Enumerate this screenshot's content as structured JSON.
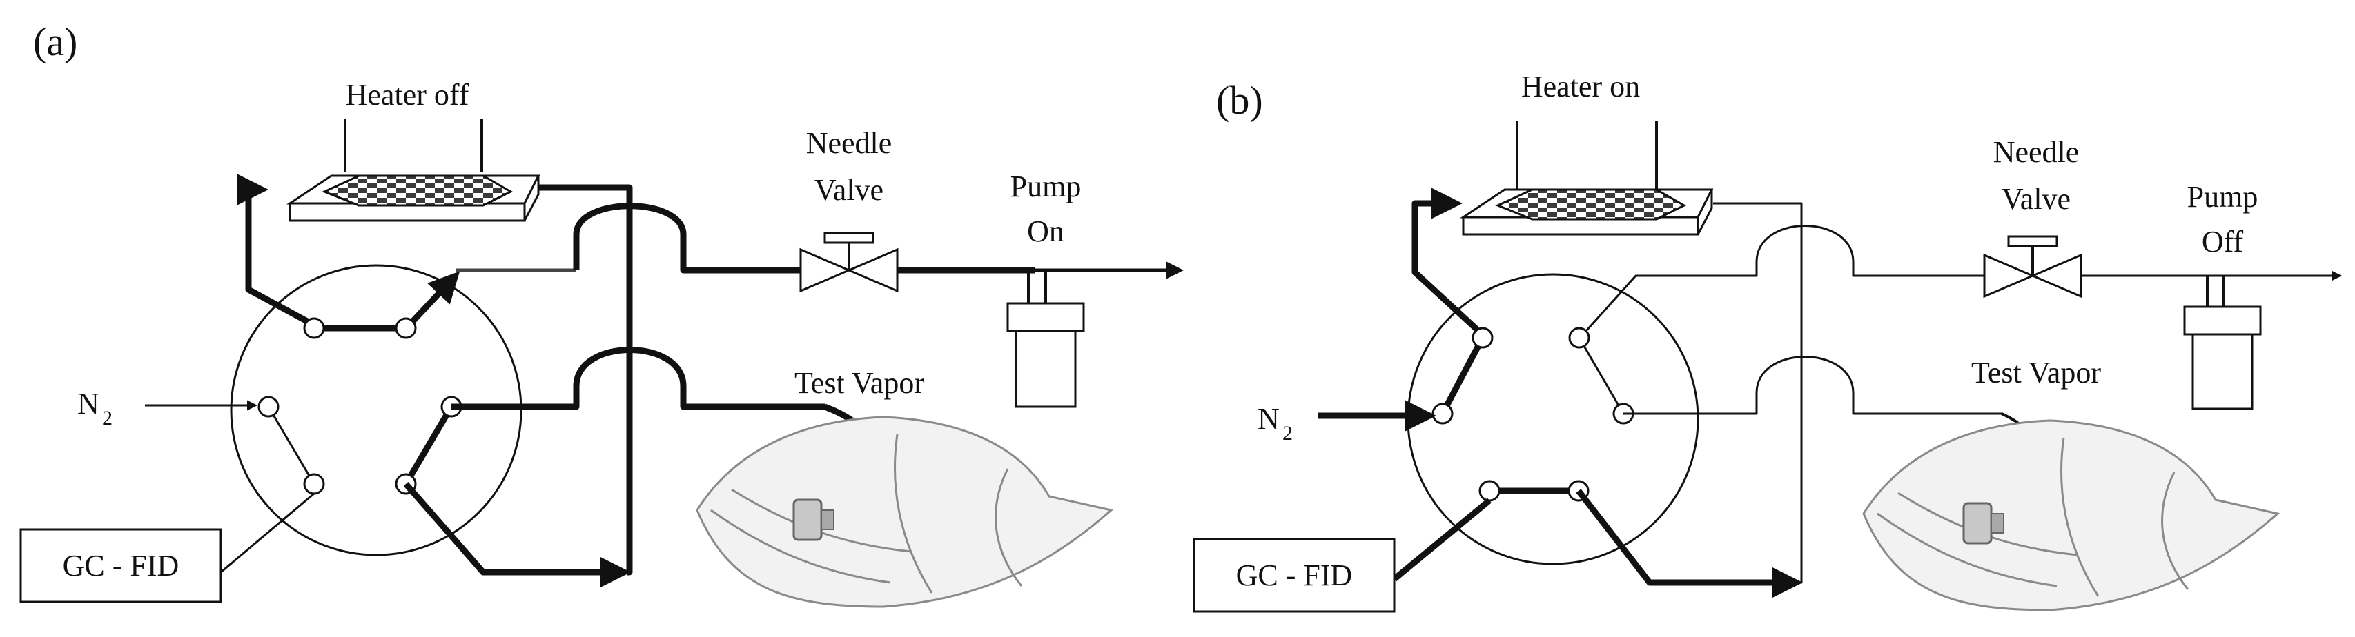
{
  "colors": {
    "line": "#111111",
    "bag_fill": "#f2f2f2",
    "bag_stroke": "#8a8a8a"
  },
  "icons": [
    "heater-icon",
    "needle-valve-icon",
    "pump-icon",
    "sampling-bag-icon",
    "arrowhead-icon"
  ],
  "panels": [
    {
      "tag": "(a)",
      "heater": "Heater off",
      "valve_line1": "Needle",
      "valve_line2": "Valve",
      "pump_line1": "Pump",
      "pump_line2": "On",
      "vapor": "Test Vapor",
      "carrier": "N",
      "carrier_sub": "2",
      "detector": "GC - FID"
    },
    {
      "tag": "(b)",
      "heater": "Heater on",
      "valve_line1": "Needle",
      "valve_line2": "Valve",
      "pump_line1": "Pump",
      "pump_line2": "Off",
      "vapor": "Test Vapor",
      "carrier": "N",
      "carrier_sub": "2",
      "detector": "GC - FID"
    }
  ]
}
